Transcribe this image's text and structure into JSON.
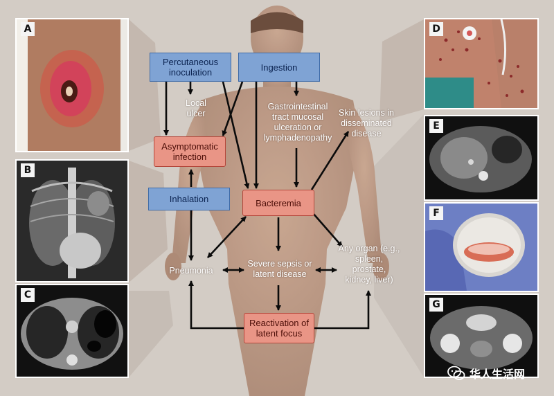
{
  "panels": {
    "A": "A",
    "B": "B",
    "C": "C",
    "D": "D",
    "E": "E",
    "F": "F",
    "G": "G"
  },
  "boxes": {
    "percutaneous": "Percutaneous inoculation",
    "ingestion": "Ingestion",
    "asymptomatic": "Asymptomatic infection",
    "inhalation": "Inhalation",
    "bacteremia": "Bacteremia",
    "reactivation": "Reactivation of latent focus"
  },
  "labels": {
    "local_ulcer": "Local ulcer",
    "gi": "Gastrointestinal tract mucosal ulceration or lymphadenopathy",
    "skin": "Skin lesions in disseminated disease",
    "pneumonia": "Pneumonia",
    "sepsis": "Severe sepsis or latent disease",
    "any_organ": "Any organ (e.g., spleen, prostate, kidney, liver)"
  },
  "watermark": "华人生活网",
  "colors": {
    "blue_box": "#7fa3d4",
    "red_box": "#e99586",
    "arrow": "#0b0b0b",
    "background": "#d3ccc5"
  }
}
